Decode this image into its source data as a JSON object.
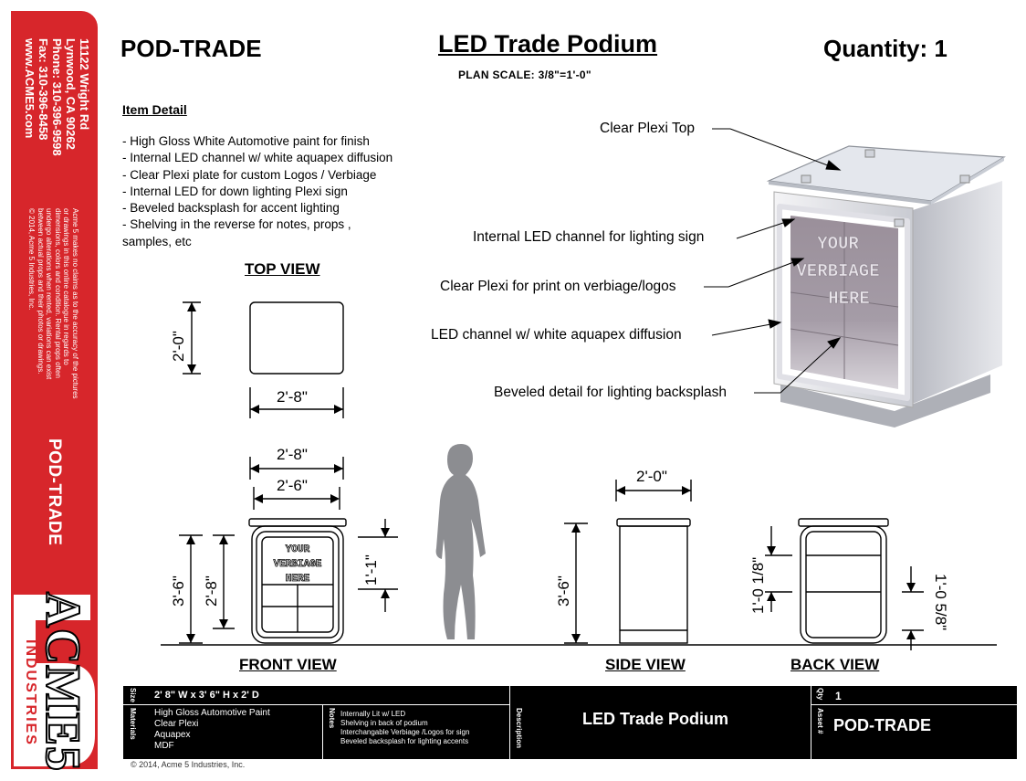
{
  "sidebar": {
    "address_lines": [
      "11122 Wright Rd",
      "Lynwood, CA 90262",
      "Phone: 310-396-9598",
      "Fax: 310-396-8458",
      "www.ACME5.com"
    ],
    "disclaimer_lines": [
      "Acme 5 makes no claims as to the accuracy of the pictures",
      "or drawings in this online catalogue in regards to",
      "dimensions, colors and condition. Rental props often",
      "undergo alterations when rented, variations can exist",
      "between actual props and their photos or drawings.",
      "© 2014, Acme 5 Industries, Inc."
    ],
    "item_code": "POD-TRADE",
    "logo_text": "ACME5",
    "logo_subtext": "INDUSTRIES",
    "color": "#d7262b"
  },
  "header": {
    "code": "POD-TRADE",
    "title": "LED Trade Podium",
    "quantity": "Quantity: 1",
    "scale": "PLAN SCALE: 3/8\"=1'-0\""
  },
  "item_detail": {
    "title": "Item Detail",
    "items": [
      "- High Gloss White Automotive  paint  for finish",
      "- Internal LED channel  w/ white aquapex diffusion",
      "- Clear Plexi plate for custom Logos / Verbiage",
      "- Internal LED for down lighting Plexi sign",
      "- Beveled backsplash  for accent lighting",
      "- Shelving  in the reverse for notes, props ,",
      "samples, etc"
    ]
  },
  "callouts": {
    "top": "Clear Plexi Top",
    "led_sign": "Internal LED channel for lighting sign",
    "plexi_print": "Clear Plexi for print on verbiage/logos",
    "led_channel": "LED channel w/ white aquapex diffusion",
    "bevel": "Beveled detail for lighting backsplash"
  },
  "render_sign": [
    "YOUR",
    "VERBIAGE",
    "HERE"
  ],
  "drawings": {
    "top_view_label": "TOP VIEW",
    "front_view_label": "FRONT VIEW",
    "side_view_label": "SIDE VIEW",
    "back_view_label": "BACK VIEW",
    "top_depth": "2'-0\"",
    "top_width": "2'-8\"",
    "front_width_outer": "2'-8\"",
    "front_width_inner": "2'-6\"",
    "front_height": "3'-6\"",
    "front_inner_height": "2'-8\"",
    "front_sign_height": "1'-1\"",
    "front_sign_lines": [
      "YOUR",
      "VERBIAGE",
      "HERE"
    ],
    "side_width": "2'-0\"",
    "side_height": "3'-6\"",
    "back_upper": "1'-0 1/8\"",
    "back_lower": "1'-0 5/8\""
  },
  "title_block": {
    "size_label": "Size",
    "size": "2' 8\" W x 3' 6\" H x 2' D",
    "materials_label": "Materials",
    "materials": [
      "High Gloss Automotive  Paint",
      "Clear Plexi",
      "Aquapex",
      "MDF"
    ],
    "notes_label": "Notes",
    "notes": [
      "Internally Lit w/ LED",
      "Shelving in back of podium",
      "Interchangable Verbiage /Logos for sign",
      "Beveled backsplash for lighting accents"
    ],
    "description_label": "Description",
    "description": "LED Trade Podium",
    "qty_label": "Qty",
    "qty": "1",
    "asset_label": "Asset #",
    "asset": "POD-TRADE"
  },
  "copyright": "© 2014, Acme 5 Industries, Inc."
}
